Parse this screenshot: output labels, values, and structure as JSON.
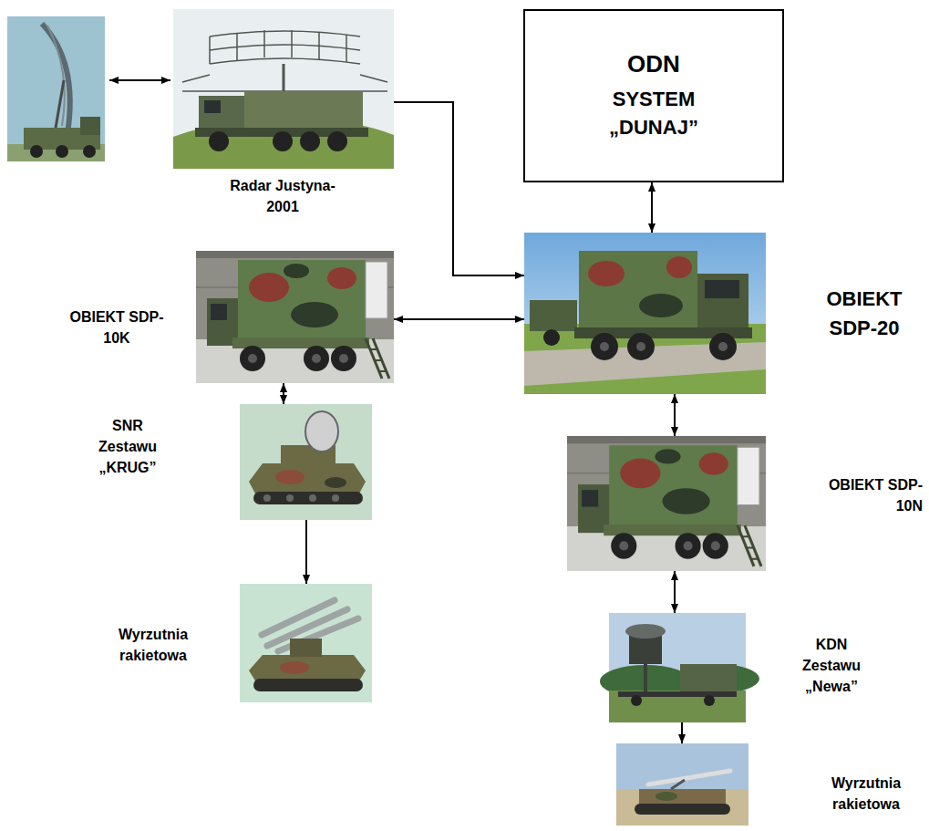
{
  "diagram": {
    "nodes": [
      {
        "text": [
          "Radar Justyna-2001"
        ]
      },
      {
        "text": [
          "ODN",
          "SYSTEM „DUNAJ”"
        ]
      },
      {
        "text": [
          "OBIEKT SDP-10K"
        ]
      },
      {
        "text": [
          "OBIEKT SDP-20"
        ]
      },
      {
        "text": [
          "SNR Zestawu „KRUG”"
        ]
      },
      {
        "text": [
          "OBIEKT SDP-10N"
        ]
      },
      {
        "text": [
          "Wyrzutnia rakietowa"
        ]
      },
      {
        "text": [
          "KDN Zestawu „Newa”"
        ]
      },
      {
        "text": [
          "Wyrzutnia rakietowa"
        ]
      }
    ],
    "edges": [
      {
        "from": 0,
        "to": 3,
        "arrow": "to"
      },
      {
        "from": 1,
        "to": 3,
        "arrow": "both"
      },
      {
        "from": 2,
        "to": 3,
        "arrow": "both"
      },
      {
        "from": 2,
        "to": 4,
        "arrow": "both"
      },
      {
        "from": 4,
        "to": 6,
        "arrow": "to"
      },
      {
        "from": 3,
        "to": 5,
        "arrow": "both"
      },
      {
        "from": 5,
        "to": 7,
        "arrow": "both"
      },
      {
        "from": 7,
        "to": 8,
        "arrow": "to"
      }
    ]
  }
}
